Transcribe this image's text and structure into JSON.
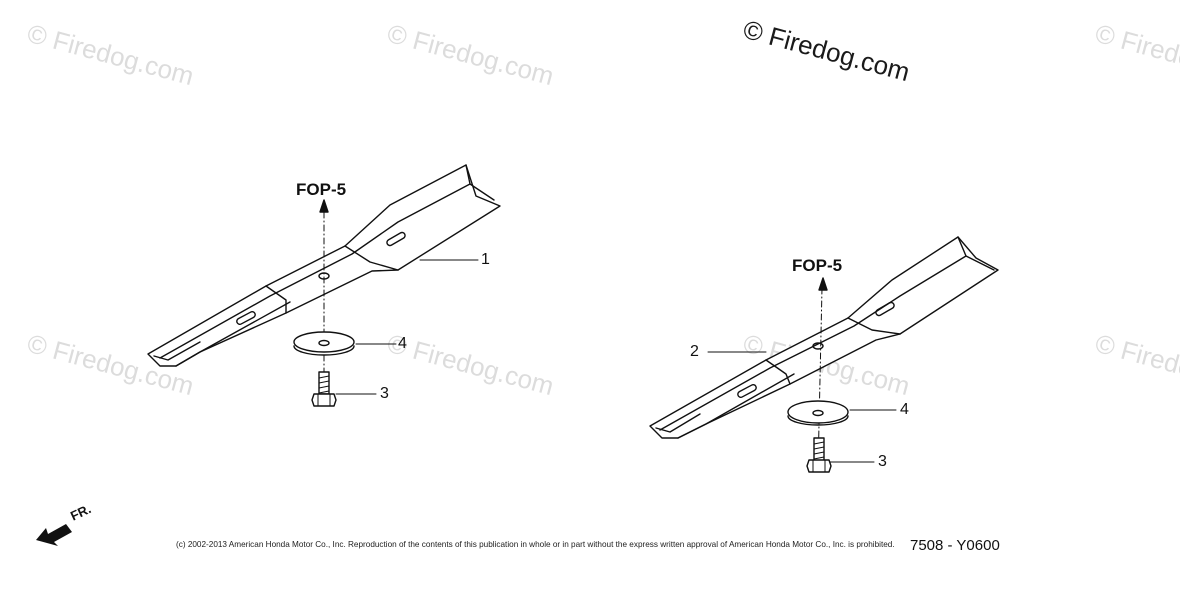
{
  "watermarks": {
    "faint": "© Firedog.com",
    "main": "© Firedog.com"
  },
  "refs": {
    "left": "FOP-5",
    "right": "FOP-5"
  },
  "callouts": {
    "left_blade": "1",
    "right_blade": "2",
    "left_washer": "4",
    "left_bolt": "3",
    "right_washer": "4",
    "right_bolt": "3"
  },
  "direction_label": "FR.",
  "copyright": "(c) 2002-2013 American Honda Motor Co., Inc. Reproduction of the contents of this publication in whole or in part without the express written approval of American Honda Motor Co., Inc. is prohibited.",
  "diagram_code": "7508 - Y0600"
}
